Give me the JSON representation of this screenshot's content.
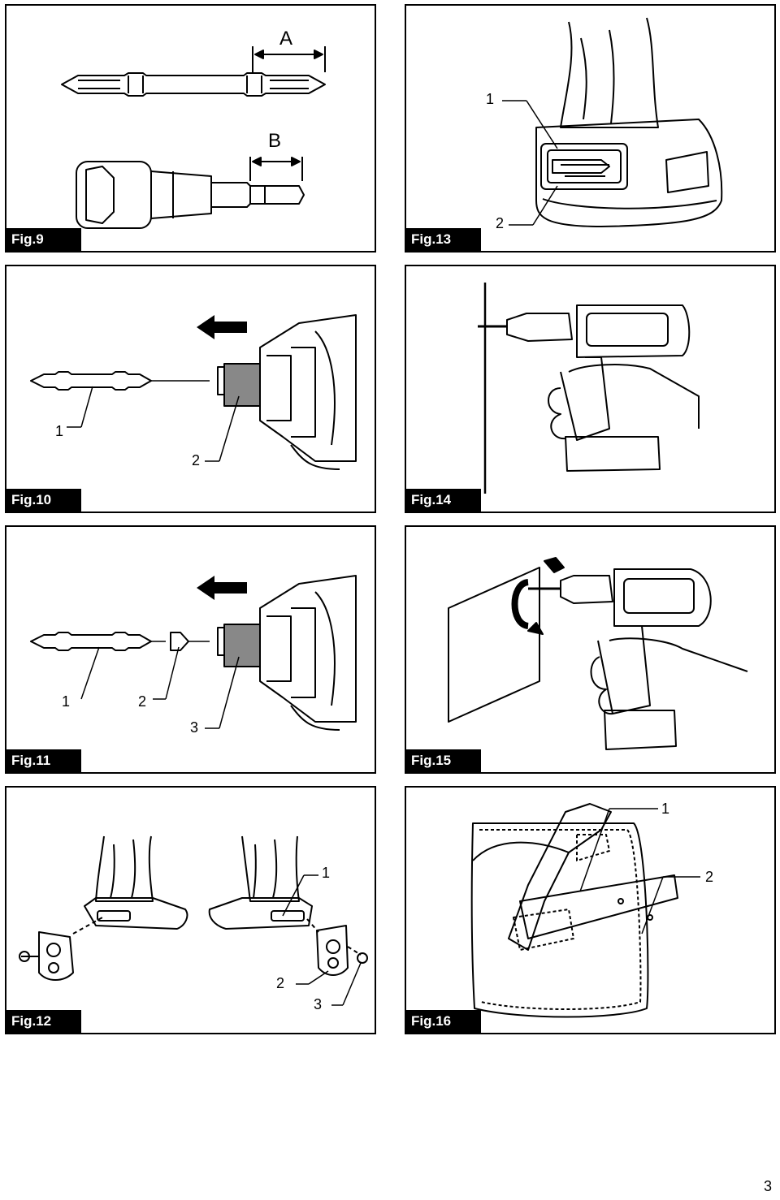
{
  "page_number": "3",
  "figures": {
    "fig9": {
      "label": "Fig.9",
      "dim_a": "A",
      "dim_b": "B"
    },
    "fig10": {
      "label": "Fig.10",
      "callouts": [
        "1",
        "2"
      ]
    },
    "fig11": {
      "label": "Fig.11",
      "callouts": [
        "1",
        "2",
        "3"
      ]
    },
    "fig12": {
      "label": "Fig.12",
      "callouts": [
        "1",
        "2",
        "3"
      ]
    },
    "fig13": {
      "label": "Fig.13",
      "callouts": [
        "1",
        "2"
      ]
    },
    "fig14": {
      "label": "Fig.14"
    },
    "fig15": {
      "label": "Fig.15"
    },
    "fig16": {
      "label": "Fig.16",
      "callouts": [
        "1",
        "2"
      ]
    }
  }
}
